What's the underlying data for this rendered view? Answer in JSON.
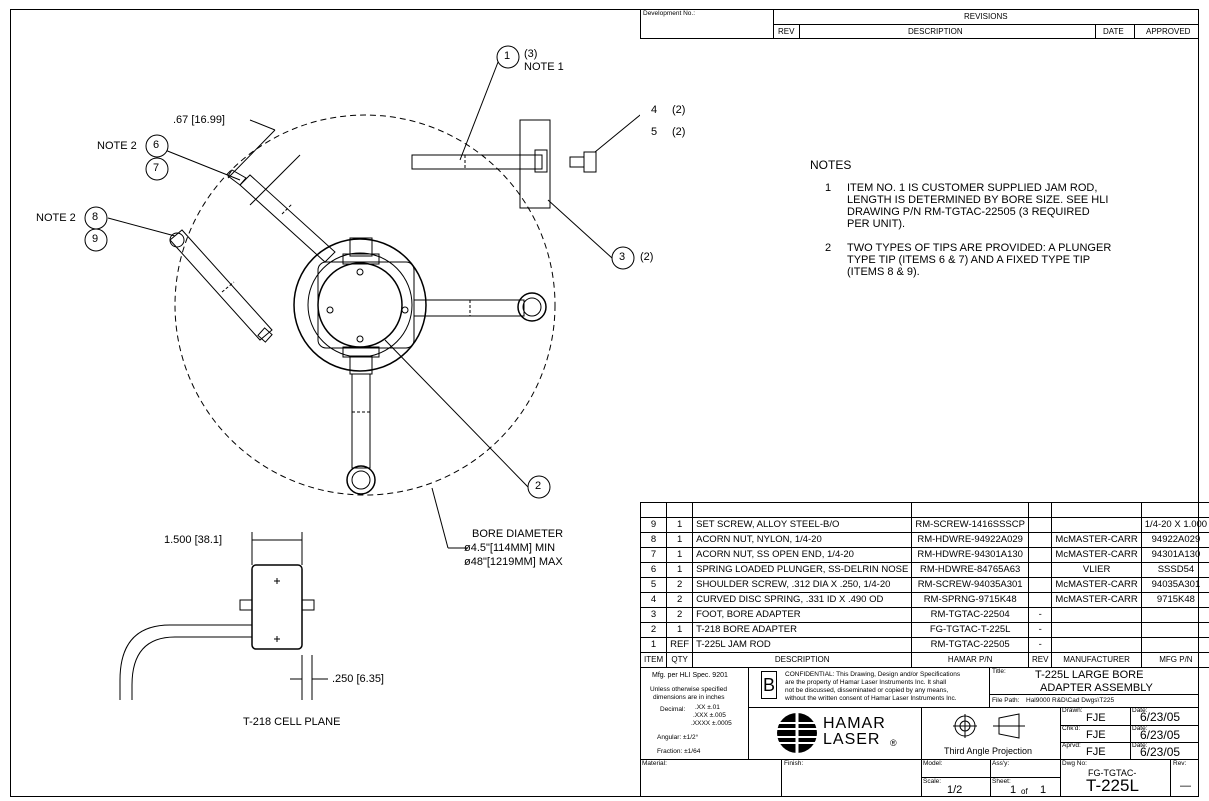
{
  "development_label": "Development No.:",
  "revisions": {
    "title": "REVISIONS",
    "rev": "REV",
    "description": "DESCRIPTION",
    "date": "DATE",
    "approved": "APPROVED"
  },
  "callouts": {
    "c1": "1",
    "c1_qty": "(3)",
    "c1_note": "NOTE 1",
    "c2": "2",
    "c3": "3",
    "c3_qty": "(2)",
    "c4": "4",
    "c4_qty": "(2)",
    "c5": "5",
    "c5_qty": "(2)",
    "c6": "6",
    "c7": "7",
    "c8": "8",
    "c9": "9",
    "note2_a": "NOTE 2",
    "note2_b": "NOTE 2"
  },
  "dims": {
    "d67": ".67 [16.99]",
    "bore_title": "BORE DIAMETER",
    "bore_min": "ø4.5\"[114MM] MIN",
    "bore_max": "ø48\"[1219MM] MAX",
    "d1500": "1.500 [38.1]",
    "d250": ".250 [6.35]",
    "cell_plane": "T-218 CELL PLANE"
  },
  "notes": {
    "title": "NOTES",
    "n1_num": "1",
    "n1_l1": "ITEM NO. 1 IS CUSTOMER SUPPLIED JAM ROD,",
    "n1_l2": "LENGTH IS DETERMINED BY BORE SIZE. SEE HLI",
    "n1_l3": "DRAWING P/N RM-TGTAC-22505 (3 REQUIRED",
    "n1_l4": "PER UNIT).",
    "n2_num": "2",
    "n2_l1": "TWO TYPES OF TIPS ARE PROVIDED: A PLUNGER",
    "n2_l2": "TYPE TIP (ITEMS 6 & 7) AND A FIXED TYPE TIP",
    "n2_l3": "(ITEMS 8 & 9)."
  },
  "bom": {
    "header": {
      "item": "ITEM",
      "qty": "QTY",
      "desc": "DESCRIPTION",
      "pn": "HAMAR P/N",
      "rev": "REV",
      "mfr": "MANUFACTURER",
      "mfgpn": "MFG P/N"
    },
    "rows": [
      {
        "item": "9",
        "qty": "1",
        "desc": "SET SCREW, ALLOY STEEL-B/O",
        "pn": "RM-SCREW-1416SSSCP",
        "rev": "",
        "mfr": "",
        "mfgpn": "1/4-20 X 1.000"
      },
      {
        "item": "8",
        "qty": "1",
        "desc": "ACORN NUT, NYLON, 1/4-20",
        "pn": "RM-HDWRE-94922A029",
        "rev": "",
        "mfr": "McMASTER-CARR",
        "mfgpn": "94922A029"
      },
      {
        "item": "7",
        "qty": "1",
        "desc": "ACORN NUT, SS OPEN END, 1/4-20",
        "pn": "RM-HDWRE-94301A130",
        "rev": "",
        "mfr": "McMASTER-CARR",
        "mfgpn": "94301A130"
      },
      {
        "item": "6",
        "qty": "1",
        "desc": "SPRING LOADED PLUNGER, SS-DELRIN NOSE",
        "pn": "RM-HDWRE-84765A63",
        "rev": "",
        "mfr": "VLIER",
        "mfgpn": "SSSD54"
      },
      {
        "item": "5",
        "qty": "2",
        "desc": "SHOULDER SCREW, .312 DIA X .250, 1/4-20",
        "pn": "RM-SCREW-94035A301",
        "rev": "",
        "mfr": "McMASTER-CARR",
        "mfgpn": "94035A301"
      },
      {
        "item": "4",
        "qty": "2",
        "desc": "CURVED DISC SPRING, .331 ID X .490 OD",
        "pn": "RM-SPRNG-9715K48",
        "rev": "",
        "mfr": "McMASTER-CARR",
        "mfgpn": "9715K48"
      },
      {
        "item": "3",
        "qty": "2",
        "desc": "FOOT, BORE ADAPTER",
        "pn": "RM-TGTAC-22504",
        "rev": "-",
        "mfr": "",
        "mfgpn": ""
      },
      {
        "item": "2",
        "qty": "1",
        "desc": "T-218 BORE ADAPTER",
        "pn": "FG-TGTAC-T-225L",
        "rev": "-",
        "mfr": "",
        "mfgpn": ""
      },
      {
        "item": "1",
        "qty": "REF",
        "desc": "T-225L JAM ROD",
        "pn": "RM-TGTAC-22505",
        "rev": "-",
        "mfr": "",
        "mfgpn": ""
      }
    ]
  },
  "title_block": {
    "spec": "Mfg. per HLI Spec. 9201",
    "unless1": "Unless otherwise specified",
    "unless2": "dimensions are in inches",
    "decimal_label": "Decimal:",
    "dec1": ".XX ±.01",
    "dec2": ".XXX ±.005",
    "dec3": ".XXXX ±.0005",
    "angular": "Angular: ±1/2°",
    "fraction": "Fraction: ±1/64",
    "b_mark": "B",
    "conf1": "CONFIDENTIAL: This Drawing, Design and/or Specifications",
    "conf2": "are the property of Hamar Laser Instruments Inc. It shall",
    "conf3": "not be discussed, disseminated or copied by any means,",
    "conf4": "without the written consent of Hamar Laser Instruments Inc.",
    "title_label": "Title:",
    "title1": "T-225L LARGE BORE",
    "title2": "ADAPTER ASSEMBLY",
    "filepath_label": "File Path:",
    "filepath": "Hal9000 R&D\\Cad Dwgs\\T225",
    "logo1": "HAMAR",
    "logo2": "LASER",
    "reg": "®",
    "projection": "Third Angle Projection",
    "drawn_label": "Drawn:",
    "drawn": "FJE",
    "chkd_label": "Chk'd:",
    "chkd": "FJE",
    "aprvd_label": "Aprvd:",
    "aprvd": "FJE",
    "date_label": "Date:",
    "date1": "6/23/05",
    "date2": "6/23/05",
    "date3": "6/23/05",
    "material_label": "Material:",
    "finish_label": "Finish:",
    "model_label": "Model:",
    "assy_label": "Ass'y:",
    "scale_label": "Scale:",
    "scale": "1/2",
    "sheet_label": "Sheet:",
    "sheet": "1",
    "sheet_of": "of",
    "sheet_total": "1",
    "dwg_label": "Dwg No:",
    "dwg1": "FG-TGTAC-",
    "dwg2": "T-225L",
    "rev_label": "Rev:",
    "rev": "—"
  }
}
